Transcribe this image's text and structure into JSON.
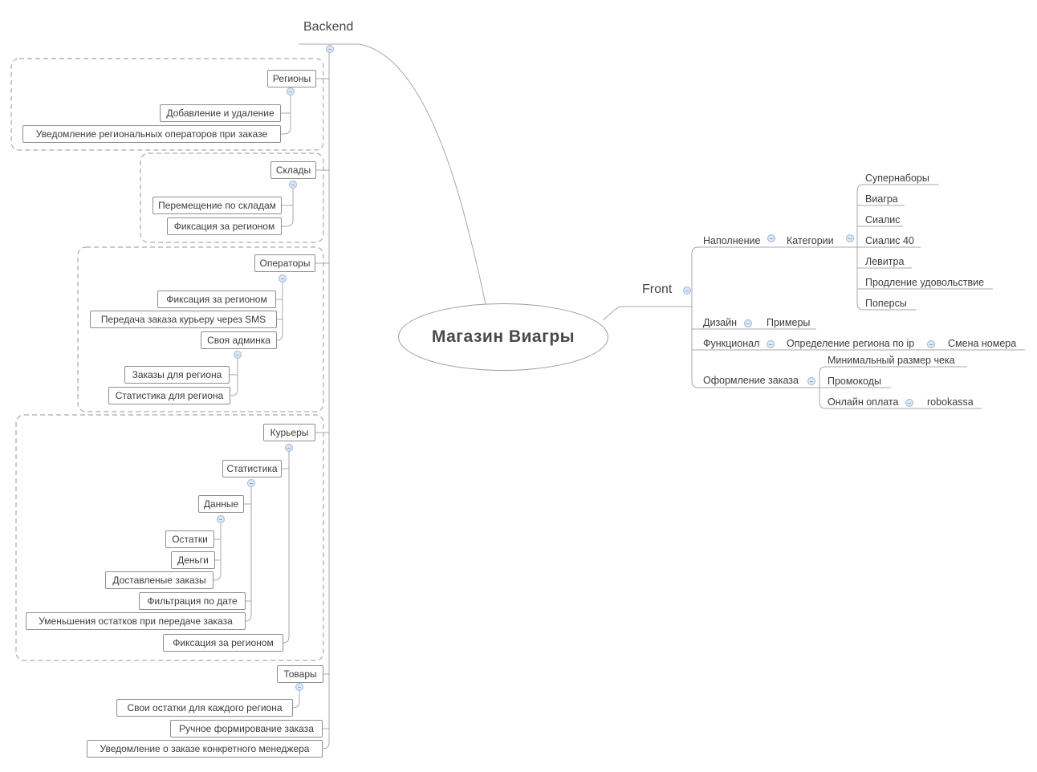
{
  "root": {
    "label": "Магазин Виагры"
  },
  "backend": {
    "label": "Backend",
    "regions": {
      "label": "Регионы",
      "add_remove": "Добавление и удаление",
      "notify_operators": "Уведомление региональных операторов при заказе"
    },
    "warehouses": {
      "label": "Склады",
      "transfer": "Перемещение по складам",
      "fix_region": "Фиксация за регионом"
    },
    "operators": {
      "label": "Операторы",
      "fix_region": "Фиксация за регионом",
      "sms_transfer": "Передача заказа курьеру через SMS",
      "admin_panel": {
        "label": "Своя админка",
        "orders_for_region": "Заказы для региона",
        "stats_for_region": "Статистика для региона"
      }
    },
    "couriers": {
      "label": "Курьеры",
      "statistics": {
        "label": "Статистика",
        "data": {
          "label": "Данные",
          "stock": "Остатки",
          "money": "Деньги",
          "delivered": "Доставленые заказы"
        },
        "date_filter": "Фильтрация по дате",
        "stock_decrease": "Уменьшения остатков при передаче заказа"
      },
      "fix_region": "Фиксация за регионом"
    },
    "products": {
      "label": "Товары",
      "own_stock": "Свои остатки для каждого региона"
    },
    "manual_order": "Ручное формирование заказа",
    "manager_notify": "Уведомление о заказе конкретного менеджера"
  },
  "front": {
    "label": "Front",
    "content": {
      "label": "Наполнение",
      "categories": {
        "label": "Категории",
        "items": [
          "Супернаборы",
          "Виагра",
          "Сиалис",
          "Сиалис 40",
          "Левитра",
          "Продление удовольствие",
          "Поперсы"
        ]
      }
    },
    "design": {
      "label": "Дизайн",
      "examples": "Примеры"
    },
    "functionality": {
      "label": "Функционал",
      "region_by_ip": {
        "label": "Определение региона по ip",
        "phone_change": "Смена номера"
      }
    },
    "checkout": {
      "label": "Оформление заказа",
      "min_order": "Минимальный размер чека",
      "promo_codes": "Промокоды",
      "online_payment": {
        "label": "Онлайн оплата",
        "provider": "robokassa"
      }
    }
  },
  "colors": {
    "line": "#a8a8a8",
    "box_border": "#8f8f8f",
    "text": "#3c3c3c",
    "boundary": "#ababab",
    "handle_fill": "#dce6f4",
    "handle_border": "#9db6da",
    "root_text": "#4a4a4a"
  }
}
